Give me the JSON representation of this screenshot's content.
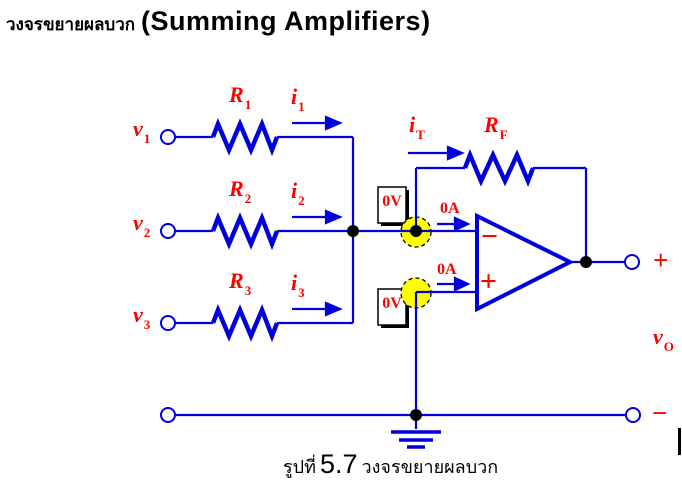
{
  "title": {
    "thai": "วงจรขยายผลบวก",
    "en": "(Summing Amplifiers)"
  },
  "caption": {
    "prefix": "รูปที่",
    "number": "5.7",
    "suffix": "วงจรขยายผลบวก"
  },
  "colors": {
    "wire": "#0000DD",
    "label": "#FF0000",
    "node_highlight": "#FFFF00",
    "text": "#000000"
  },
  "labels": {
    "v1": {
      "base": "v",
      "sub": "1"
    },
    "v2": {
      "base": "v",
      "sub": "2"
    },
    "v3": {
      "base": "v",
      "sub": "3"
    },
    "r1": {
      "base": "R",
      "sub": "1"
    },
    "r2": {
      "base": "R",
      "sub": "2"
    },
    "r3": {
      "base": "R",
      "sub": "3"
    },
    "rf": {
      "base": "R",
      "sub": "F"
    },
    "i1": {
      "base": "i",
      "sub": "1"
    },
    "i2": {
      "base": "i",
      "sub": "2"
    },
    "i3": {
      "base": "i",
      "sub": "3"
    },
    "it": {
      "base": "i",
      "sub": "T"
    },
    "vo": {
      "base": "v",
      "sub": "O"
    },
    "zero_v": "0V",
    "zero_a": "0A",
    "opamp_minus": "−",
    "opamp_plus": "+",
    "out_plus": "+",
    "out_minus": "−"
  }
}
